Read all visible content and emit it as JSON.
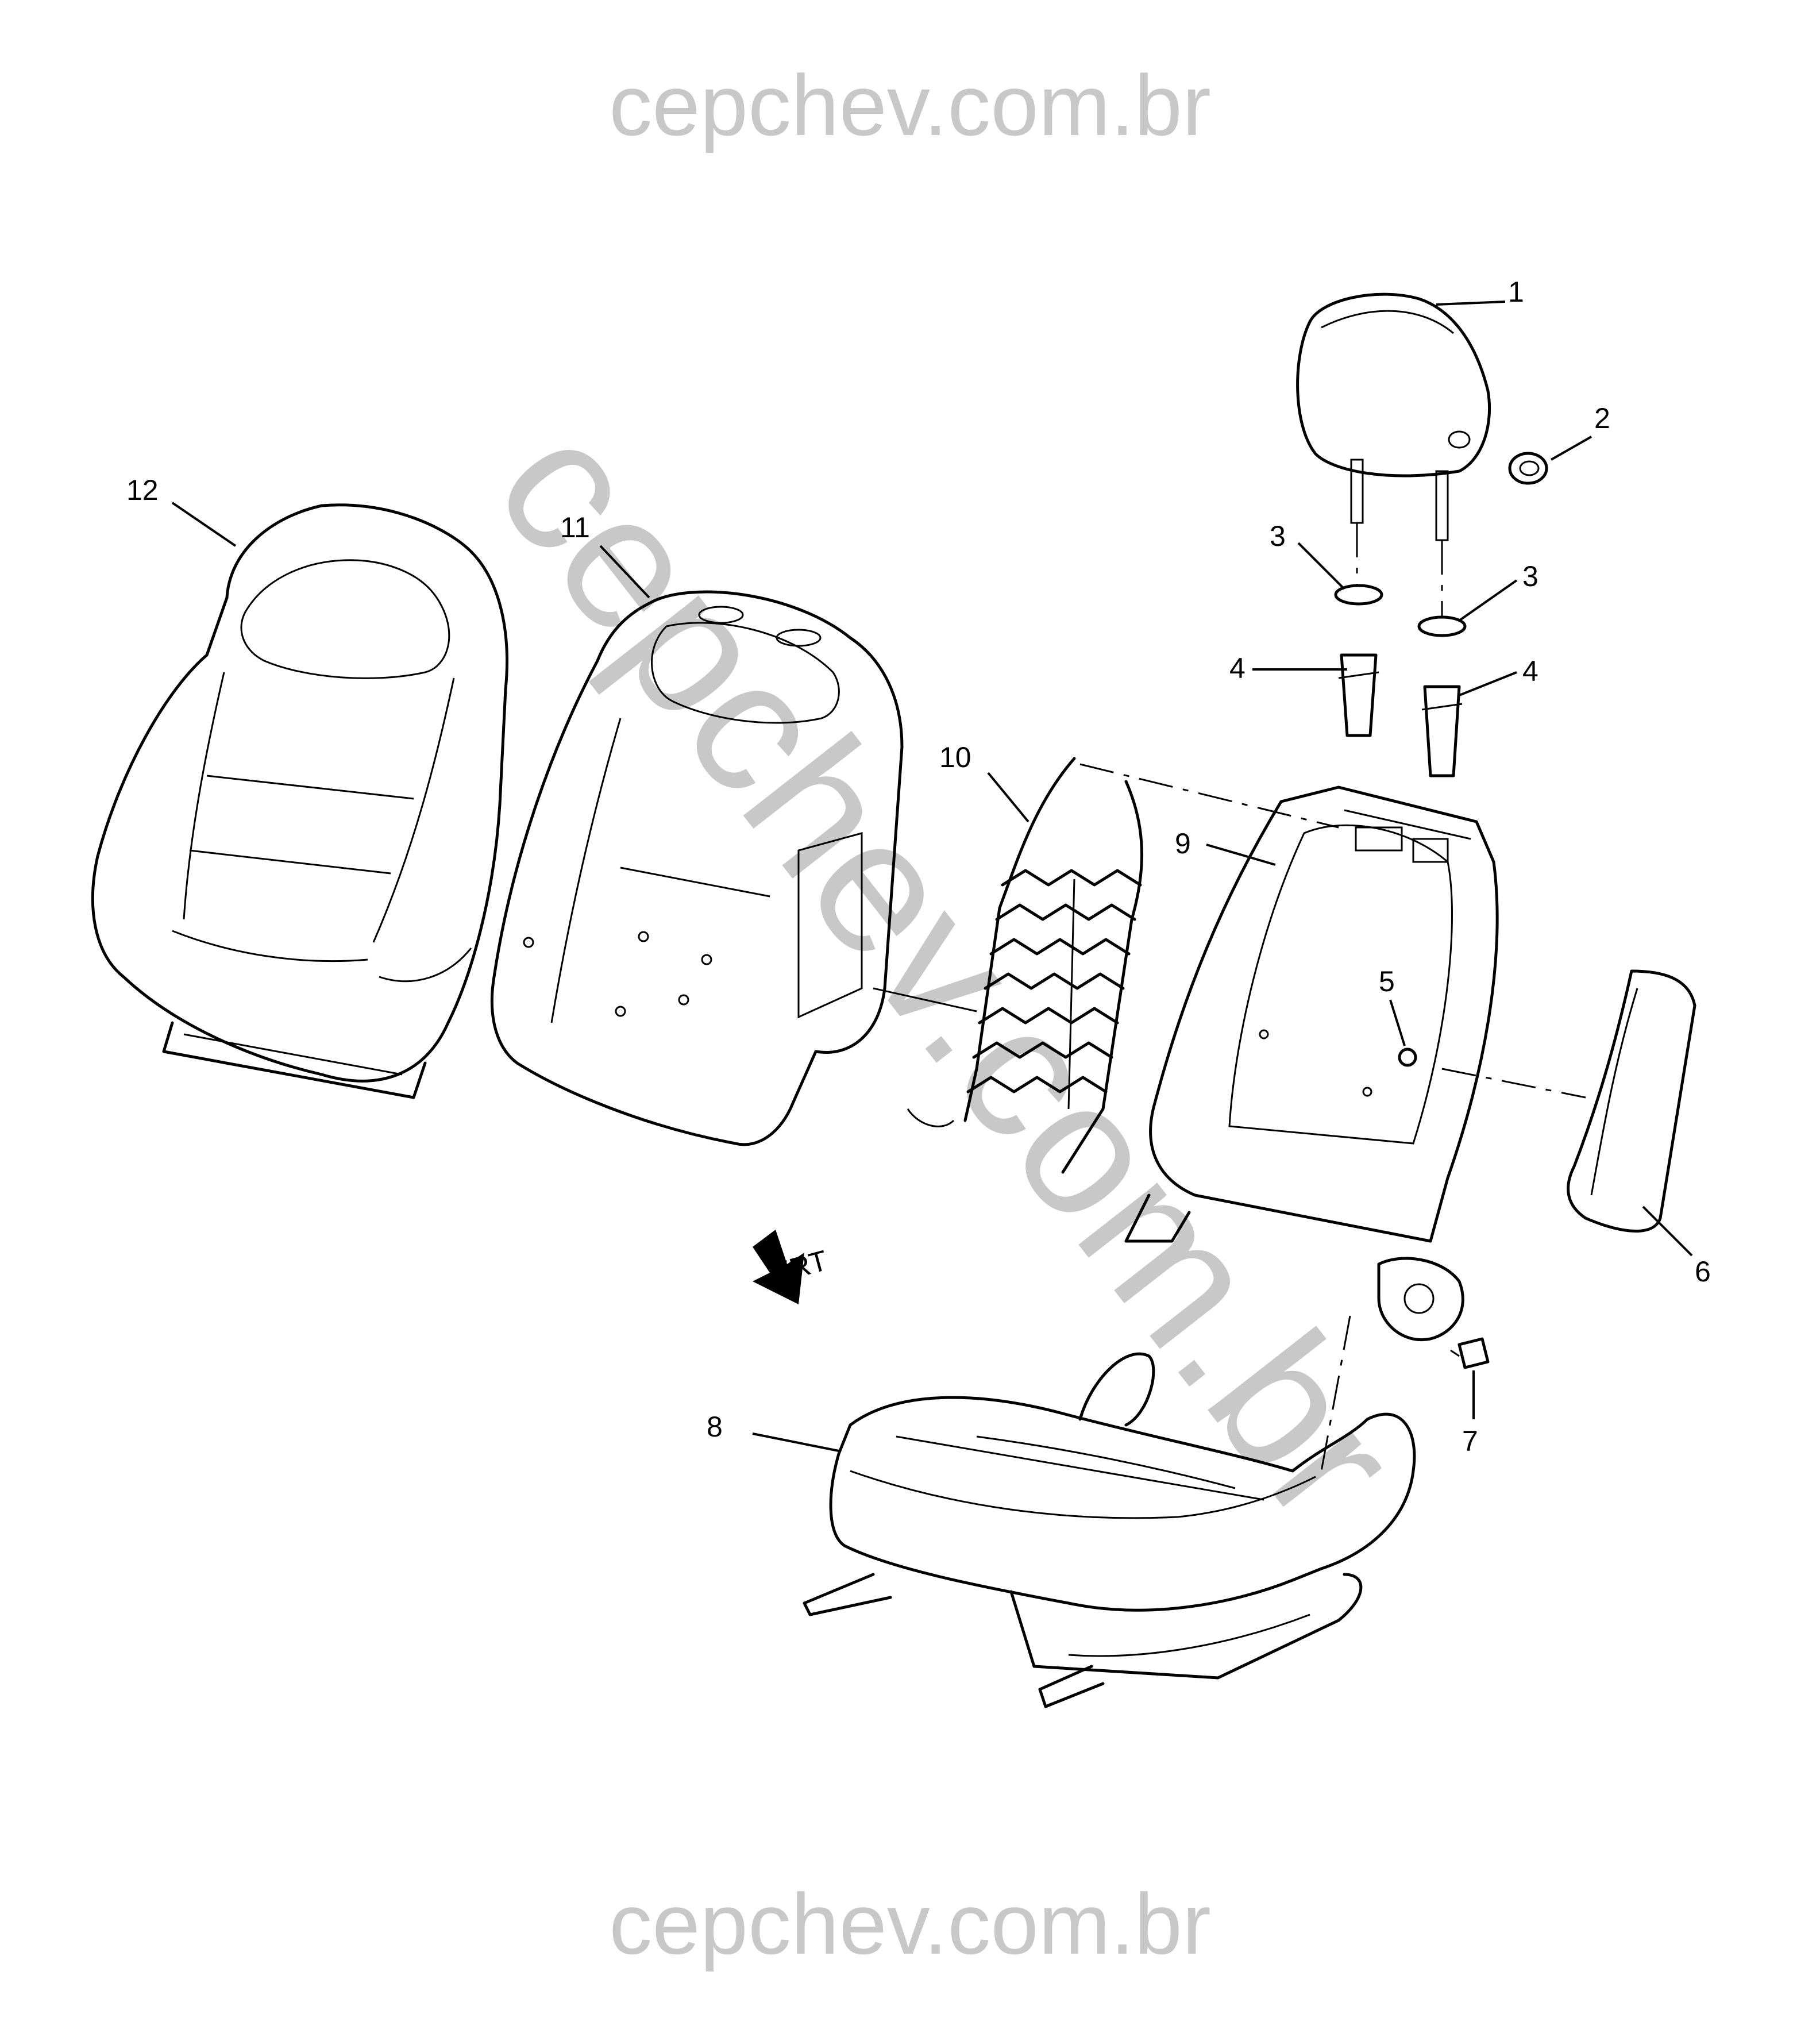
{
  "watermark": {
    "top": "cepchev.com.br",
    "bottom": "cepchev.com.br",
    "diagonal": "cepchev.com.br"
  },
  "callouts": {
    "c1": "1",
    "c2": "2",
    "c3a": "3",
    "c3b": "3",
    "c4a": "4",
    "c4b": "4",
    "c5": "5",
    "c6": "6",
    "c7": "7",
    "c8": "8",
    "c9": "9",
    "c10": "10",
    "c11": "11",
    "c12": "12"
  },
  "direction_marker": {
    "label": "FRT"
  }
}
